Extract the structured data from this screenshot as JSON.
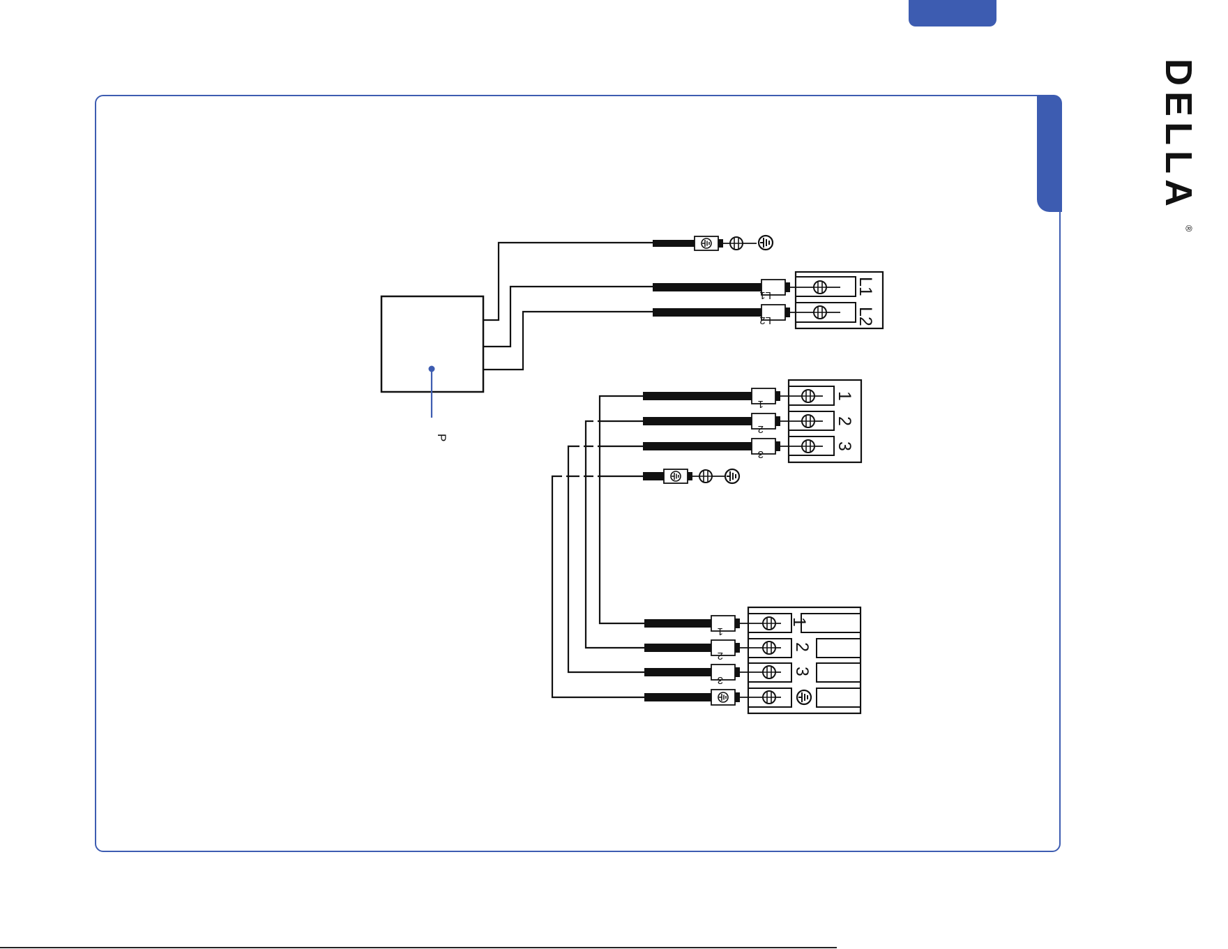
{
  "colors": {
    "accent": "#3d5cb1",
    "ink": "#111111"
  },
  "brand": {
    "logo_text": "DELLA",
    "registered": "®"
  },
  "diagram": {
    "pointer_label": "P",
    "supply_terminal": {
      "labels": [
        "L1",
        "L2"
      ],
      "tag_labels": [
        "L1",
        "L2"
      ]
    },
    "middle_terminal": {
      "labels": [
        "1",
        "2",
        "3"
      ],
      "tag_labels": [
        "1",
        "2",
        "3"
      ]
    },
    "bottom_terminal": {
      "labels": [
        "1",
        "2",
        "3"
      ],
      "tag_labels": [
        "1",
        "2",
        "3"
      ]
    },
    "ground_symbol": "ground-icon"
  }
}
